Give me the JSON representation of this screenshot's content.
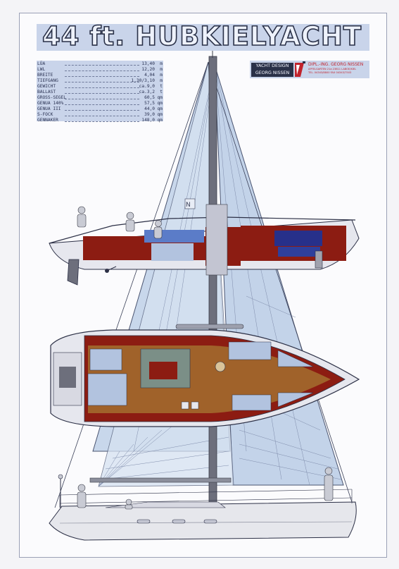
{
  "title": "44 ft. HUBKIELYACHT",
  "specs": [
    {
      "label": "LÜA",
      "value": "13,40",
      "unit": "m"
    },
    {
      "label": "LWL",
      "value": "12,20",
      "unit": "m"
    },
    {
      "label": "BREITE",
      "value": "4,04",
      "unit": "m"
    },
    {
      "label": "TIEFGANG",
      "value": "1,30/3,10",
      "unit": "m"
    },
    {
      "label": "GEWICHT",
      "value": "ca.9,0",
      "unit": "t"
    },
    {
      "label": "BALLAST",
      "value": "ca.3,2",
      "unit": "t"
    },
    {
      "label": "GROSS-SEGEL",
      "value": "60,5",
      "unit": "qm"
    },
    {
      "label": "GENUA 140%",
      "value": "57,5",
      "unit": "qm"
    },
    {
      "label": "GENUA III",
      "value": "44,0",
      "unit": "qm"
    },
    {
      "label": "S-FOCK",
      "value": "39,0",
      "unit": "qm"
    },
    {
      "label": "GENNAKER",
      "value": "148,0",
      "unit": "qm"
    }
  ],
  "designer": {
    "brand_line1": "YACHT DESIGN",
    "brand_line2": "GEORG NISSEN",
    "name": "DIPL.-ING. GEORG NISSEN",
    "address": "APFELGARTEN 21a 23611 LABOE/KIEL",
    "phone": "TEL. 04343/8800  FAX 04343/7503"
  },
  "colors": {
    "title_fill": "#c9d4ea",
    "sail": "#c7d6ea",
    "mahogany": "#8c1c12",
    "wood": "#a0622a",
    "cushion": "#3a55b5",
    "hull": "#e6e7ec",
    "brand_red": "#c1232d"
  }
}
